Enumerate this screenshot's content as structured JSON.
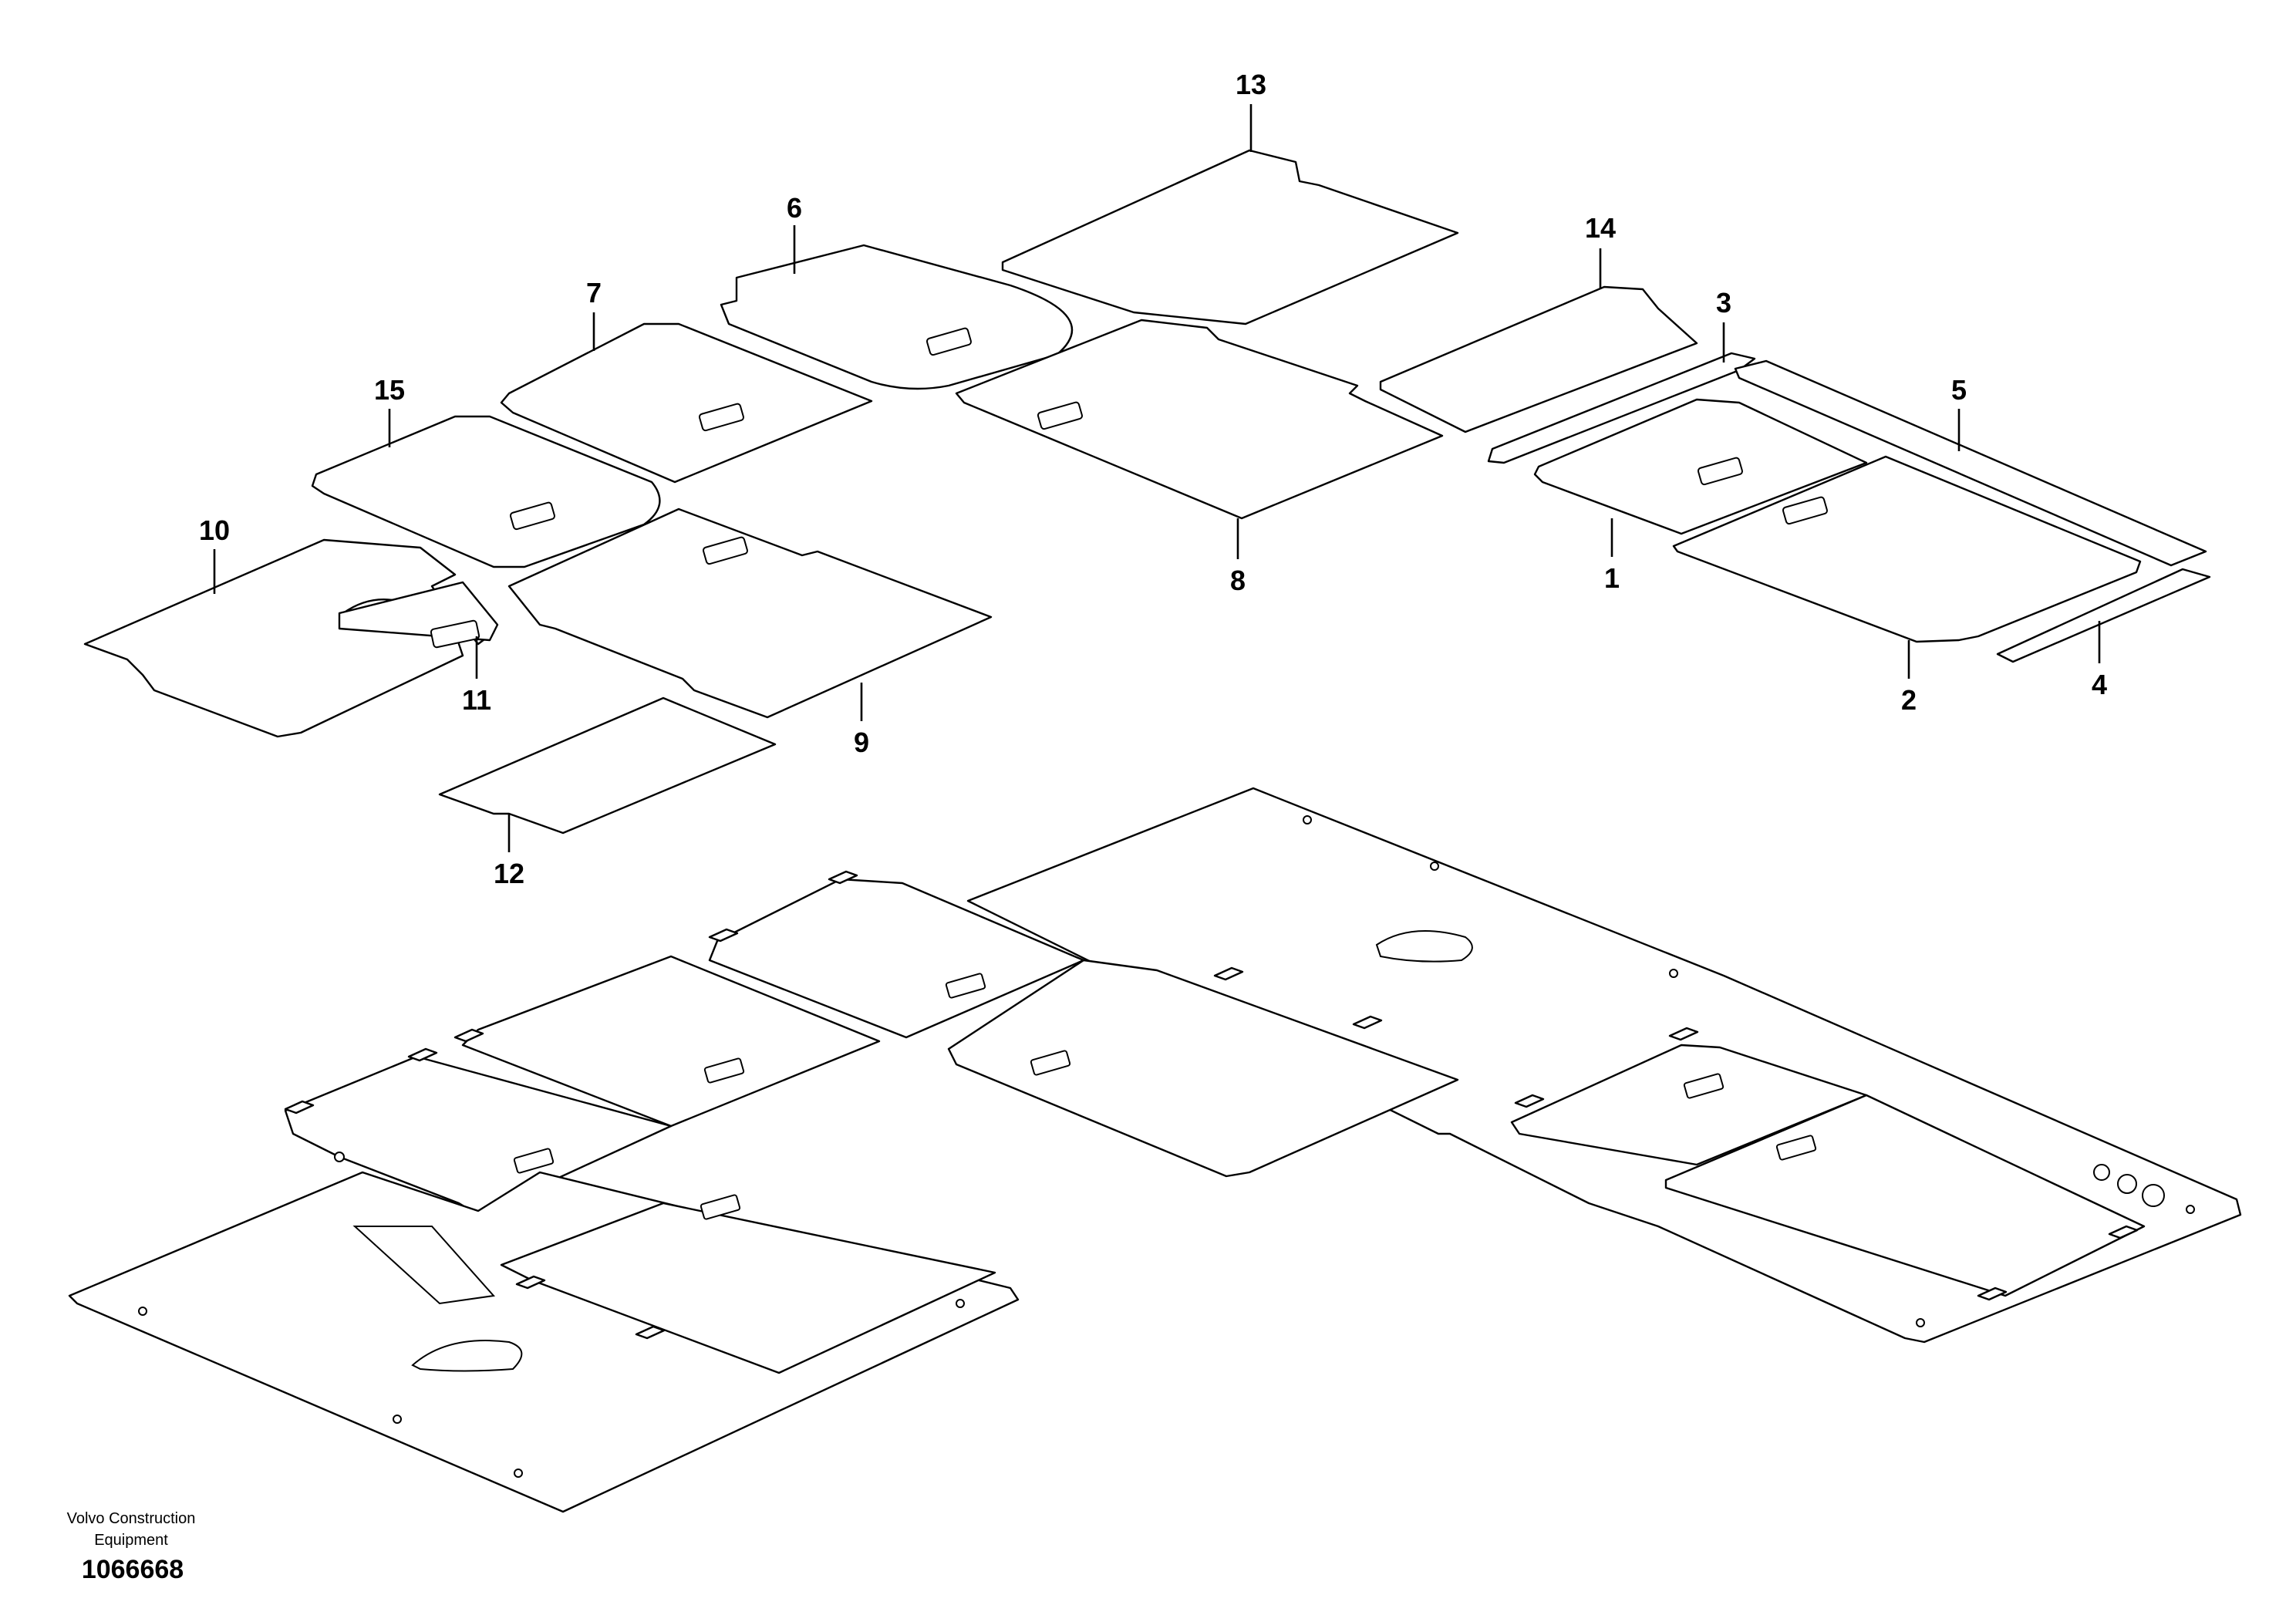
{
  "diagram": {
    "callouts": [
      {
        "id": "c1",
        "label": "1"
      },
      {
        "id": "c2",
        "label": "2"
      },
      {
        "id": "c3",
        "label": "3"
      },
      {
        "id": "c4",
        "label": "4"
      },
      {
        "id": "c5",
        "label": "5"
      },
      {
        "id": "c6",
        "label": "6"
      },
      {
        "id": "c7",
        "label": "7"
      },
      {
        "id": "c8",
        "label": "8"
      },
      {
        "id": "c9",
        "label": "9"
      },
      {
        "id": "c10",
        "label": "10"
      },
      {
        "id": "c11",
        "label": "11"
      },
      {
        "id": "c12",
        "label": "12"
      },
      {
        "id": "c13",
        "label": "13"
      },
      {
        "id": "c14",
        "label": "14"
      },
      {
        "id": "c15",
        "label": "15"
      }
    ]
  },
  "footer": {
    "company_line1": "Volvo Construction",
    "company_line2": "Equipment",
    "drawing_number": "1066668"
  }
}
